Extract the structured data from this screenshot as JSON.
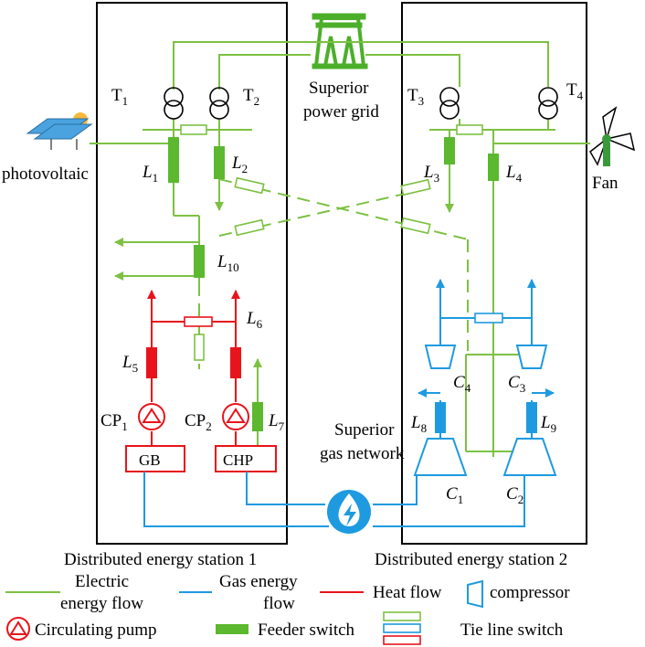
{
  "labels": {
    "superior_power_grid_line1": "Superior",
    "superior_power_grid_line2": "power grid",
    "photovoltaic": "photovoltaic",
    "fan": "Fan",
    "superior_gas_network_line1": "Superior",
    "superior_gas_network_line2": "gas network",
    "station1": "Distributed energy station 1",
    "station2": "Distributed energy station 2",
    "gb": "GB",
    "chp": "CHP"
  },
  "transformers": [
    {
      "letter": "T",
      "sub": "1"
    },
    {
      "letter": "T",
      "sub": "2"
    },
    {
      "letter": "T",
      "sub": "3"
    },
    {
      "letter": "T",
      "sub": "4"
    }
  ],
  "feeders": [
    {
      "letter": "L",
      "sub": "1"
    },
    {
      "letter": "L",
      "sub": "2"
    },
    {
      "letter": "L",
      "sub": "3"
    },
    {
      "letter": "L",
      "sub": "4"
    },
    {
      "letter": "L",
      "sub": "5"
    },
    {
      "letter": "L",
      "sub": "6"
    },
    {
      "letter": "L",
      "sub": "7"
    },
    {
      "letter": "L",
      "sub": "8"
    },
    {
      "letter": "L",
      "sub": "9"
    },
    {
      "letter": "L",
      "sub": "10"
    }
  ],
  "pumps": [
    {
      "letter": "CP",
      "sub": "1"
    },
    {
      "letter": "CP",
      "sub": "2"
    }
  ],
  "compressors": [
    {
      "letter": "C",
      "sub": "1"
    },
    {
      "letter": "C",
      "sub": "2"
    },
    {
      "letter": "C",
      "sub": "3"
    },
    {
      "letter": "C",
      "sub": "4"
    }
  ],
  "legend": {
    "electric_line1": "Electric",
    "electric_line2": "energy flow",
    "gas_line1": "Gas energy",
    "gas_line2": "flow",
    "heat": "Heat flow",
    "compressor": "compressor",
    "pump": "Circulating pump",
    "feeder_switch": "Feeder switch",
    "tie_switch": "Tie line switch"
  },
  "colors": {
    "electric": "#7dc142",
    "feeder": "#5cb82e",
    "gas": "#1e9ae0",
    "heat": "#e8141b",
    "box": "#000000"
  }
}
